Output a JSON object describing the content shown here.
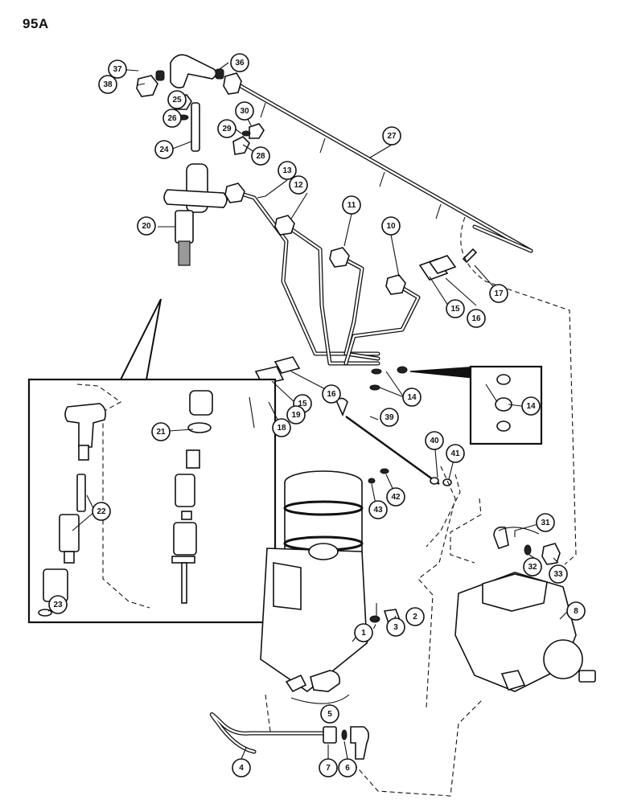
{
  "page": {
    "label": "95A"
  },
  "callouts": [
    "1",
    "2",
    "3",
    "4",
    "5",
    "6",
    "7",
    "8",
    "10",
    "11",
    "12",
    "13",
    "14",
    "15",
    "16",
    "17",
    "18",
    "19",
    "20",
    "21",
    "22",
    "23",
    "24",
    "25",
    "26",
    "27",
    "28",
    "29",
    "30",
    "31",
    "32",
    "33",
    "36",
    "37",
    "38",
    "39",
    "40",
    "41",
    "42",
    "43"
  ]
}
